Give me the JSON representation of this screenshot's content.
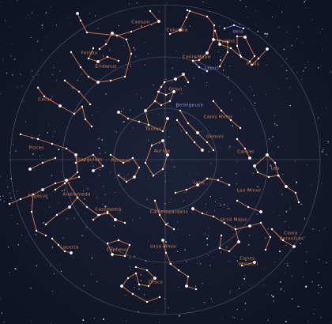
{
  "colors": {
    "background": "#161b2e",
    "background_edge": "#0e1222",
    "grid": "#8a90a8",
    "constellation_line": "#d9794a",
    "constellation_label": "#e8874f",
    "highlight_line": "#8f7fd8",
    "highlight_label": "#a393e6",
    "star": "#ffffff"
  },
  "constellations": [
    {
      "id": "caelum",
      "name": "Caelum",
      "highlight": false
    },
    {
      "id": "columba",
      "name": "Columba",
      "highlight": false
    },
    {
      "id": "fornax",
      "name": "Fornax",
      "highlight": false
    },
    {
      "id": "eridanus",
      "name": "Eridanus",
      "highlight": false
    },
    {
      "id": "canis-major",
      "name": "Canis Major",
      "highlight": false
    },
    {
      "id": "puppis",
      "name": "Puppis",
      "highlight": false
    },
    {
      "id": "pyxis",
      "name": "Pyxis",
      "highlight": false
    },
    {
      "id": "vela",
      "name": "Vela",
      "highlight": true
    },
    {
      "id": "lepus",
      "name": "Lepus",
      "highlight": true
    },
    {
      "id": "orion",
      "name": "Orion",
      "highlight": false
    },
    {
      "id": "betelgeuse",
      "name": "Betelgeuse",
      "highlight": true
    },
    {
      "id": "cetus",
      "name": "Cetus",
      "highlight": false
    },
    {
      "id": "canis-minor",
      "name": "Canis Minor",
      "highlight": false
    },
    {
      "id": "taurus",
      "name": "Taurus",
      "highlight": false
    },
    {
      "id": "gemini",
      "name": "Gemini",
      "highlight": false
    },
    {
      "id": "pisces",
      "name": "Pisces",
      "highlight": false
    },
    {
      "id": "auriga",
      "name": "Auriga",
      "highlight": false
    },
    {
      "id": "cancer",
      "name": "Cancer",
      "highlight": false
    },
    {
      "id": "triangulum",
      "name": "Triangulum",
      "highlight": false
    },
    {
      "id": "perseus",
      "name": "Perseus",
      "highlight": false
    },
    {
      "id": "leo",
      "name": "Leo",
      "highlight": false
    },
    {
      "id": "lynx",
      "name": "Lynx",
      "highlight": false
    },
    {
      "id": "pegasus",
      "name": "Pegasus",
      "highlight": false
    },
    {
      "id": "andromeda",
      "name": "Andromeda",
      "highlight": false
    },
    {
      "id": "leo-minor",
      "name": "Leo Minor",
      "highlight": false
    },
    {
      "id": "cassiopeia",
      "name": "Cassiopeia",
      "highlight": false
    },
    {
      "id": "camelopardalis",
      "name": "Camelopardalis",
      "highlight": false
    },
    {
      "id": "ursa-major",
      "name": "Ursa Major",
      "highlight": false
    },
    {
      "id": "coma-berenices",
      "name": "Coma Berenices",
      "highlight": false
    },
    {
      "id": "lacerta",
      "name": "Lacerta",
      "highlight": false
    },
    {
      "id": "cepheus",
      "name": "Cepheus",
      "highlight": false
    },
    {
      "id": "ursa-minor",
      "name": "Ursa Minor",
      "highlight": false
    },
    {
      "id": "canes-venatici",
      "name": "Canes Venatici",
      "highlight": false
    },
    {
      "id": "draco",
      "name": "Draco",
      "highlight": false
    }
  ]
}
